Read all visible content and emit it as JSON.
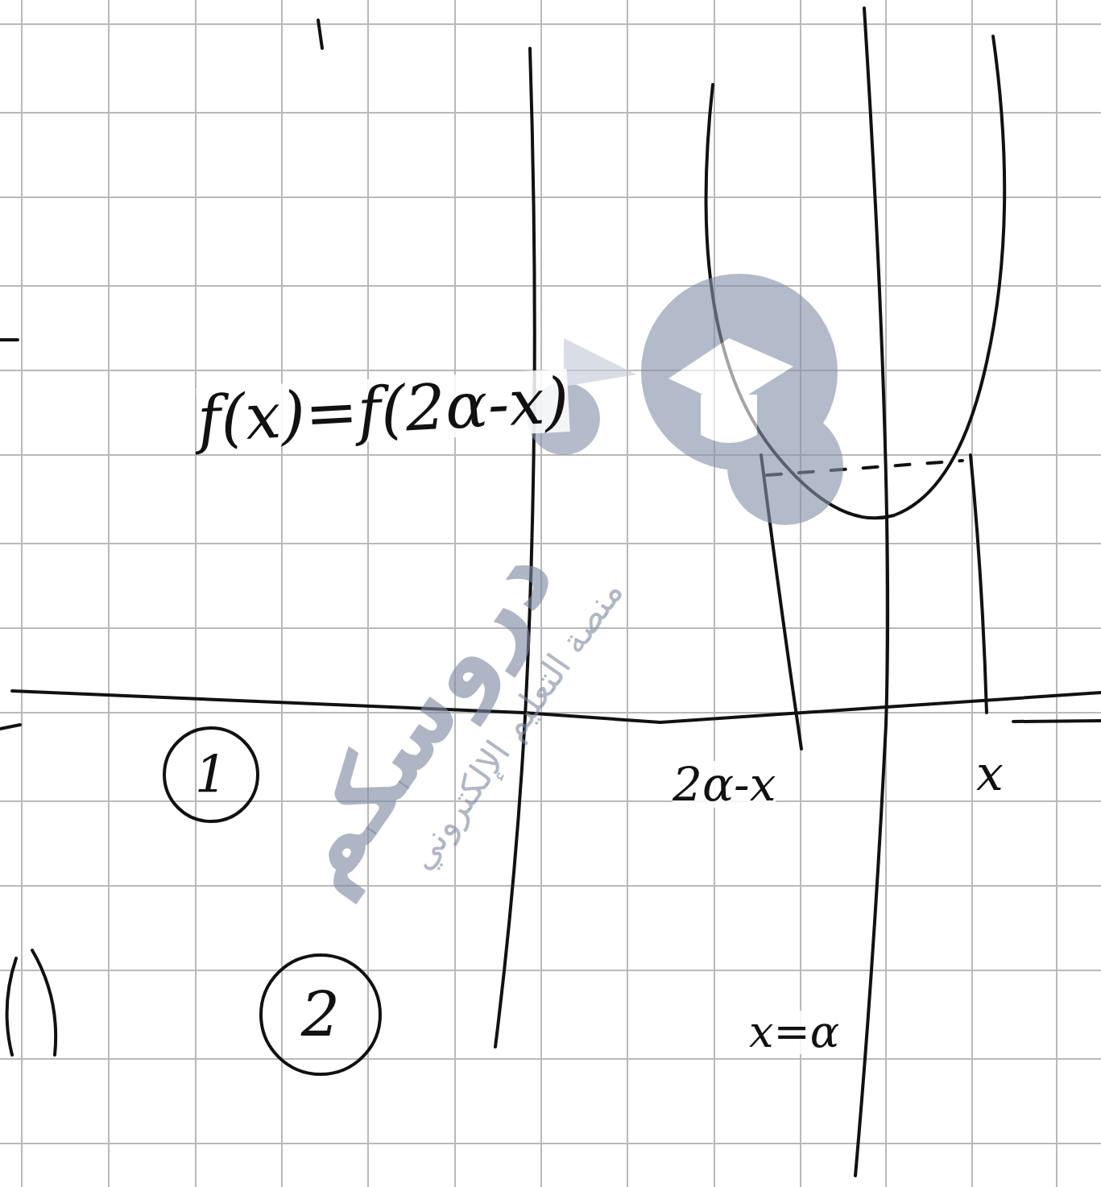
{
  "diagram": {
    "nodes": [
      {
        "text": [
          "1"
        ]
      },
      {
        "text": [
          "2"
        ]
      }
    ],
    "labels": [
      "f(x)=f(2α-x)",
      "2α-x",
      "x",
      "x=α",
      "دروسكم",
      "منصة التعليم الإلكتروني"
    ]
  }
}
